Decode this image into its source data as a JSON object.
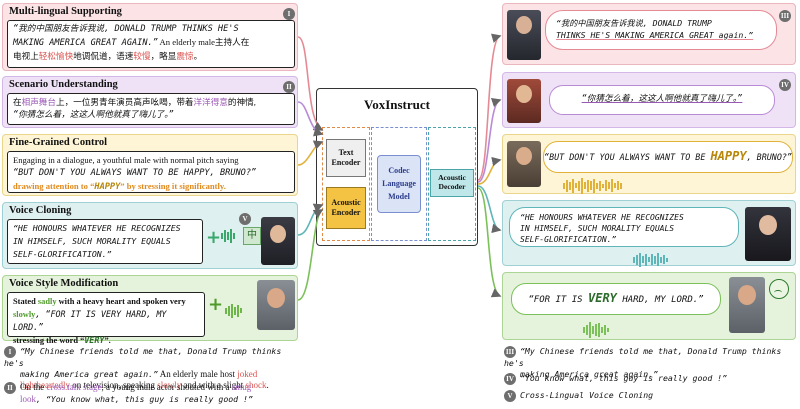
{
  "panels": {
    "multilingual": {
      "title": "Multi-lingual Supporting",
      "roman": "I",
      "line1_quote": "“我的中国朋友告诉我说, DONALD TRUMP THINKS HE'S",
      "line2_quote": "MAKING AMERICA GREAT AGAIN.”",
      "line2_rest": " An elderly male主持人在",
      "line3_a": "电视上",
      "line3_b": "轻松愉快",
      "line3_c": "地调侃道，语速",
      "line3_d": "较慢",
      "line3_e": "，略显",
      "line3_f": "震惊",
      "line3_g": "。"
    },
    "scenario": {
      "title": "Scenario Understanding",
      "roman": "II",
      "line1_a": "在",
      "line1_b": "相声舞台",
      "line1_c": "上，一位男青年演员高声吆喝，带着",
      "line1_d": "洋洋得意",
      "line1_e": "的神情,",
      "line2": "“你猜怎么着，这这人啊他就真了嗨儿了。”"
    },
    "finegrained": {
      "title": "Fine-Grained Control",
      "line1": "Engaging in a dialogue, a youthful male with normal pitch saying",
      "line2": "“BUT DON'T YOU ALWAYS WANT TO BE HAPPY, BRUNO?”",
      "line3_a": "drawing attention to “",
      "line3_b": "HAPPY",
      "line3_c": "” by stressing it significantly."
    },
    "cloning": {
      "title": "Voice Cloning",
      "line1": "“HE HONOURS WHATEVER HE RECOGNIZES",
      "line2": "IN HIMSELF, SUCH MORALITY EQUALS",
      "line3": "SELF-GLORIFICATION.”",
      "badge": "V",
      "zh_glyph": "中"
    },
    "stylemod": {
      "title": "Voice Style Modification",
      "line1_a": "Stated ",
      "line1_b": "sadly",
      "line1_c": " with a heavy heart and spoken very",
      "line2_a": "slowly",
      "line2_b": ", “FOR IT IS VERY HARD, MY LORD.”",
      "line3_a": "stressing the word “",
      "line3_b": "VERY",
      "line3_c": "”."
    }
  },
  "model": {
    "title": "VoxInstruct",
    "text_encoder": "Text Encoder",
    "acoustic_encoder": "Acoustic Encoder",
    "codec_lm": "Codec Language Model",
    "acoustic_decoder": "Acoustic Decoder"
  },
  "outputs": {
    "o1": {
      "roman": "III",
      "text1": "“我的中国朋友告诉我说, DONALD TRUMP",
      "text2": "THINKS HE'S MAKING AMERICA GREAT again.”"
    },
    "o2": {
      "roman": "IV",
      "text": "“你猜怎么着，这这人啊他就真了嗨儿了。”"
    },
    "o3": {
      "text_a": "“BUT DON'T YOU ALWAYS WANT TO BE ",
      "text_b": "HAPPY",
      "text_c": ", BRUNO?”"
    },
    "o4": {
      "text1": "“HE HONOURS WHATEVER HE RECOGNIZES",
      "text2": "IN HIMSELF, SUCH MORALITY EQUALS",
      "text3": "SELF-GLORIFICATION.”"
    },
    "o5": {
      "text_a": "“FOR IT IS ",
      "text_b": "VERY",
      "text_c": " HARD, MY LORD.”"
    }
  },
  "legend": {
    "i_roman": "I",
    "i_text1": "“My Chinese friends told me that, Donald Trump thinks he's",
    "i_text2": "making America great again.”",
    "i_text3": " An elderly male host ",
    "i_joked": "joked",
    "i_text4": "lightheartedly",
    "i_text5": " on television, speaking ",
    "i_slowly": "slowly",
    "i_text6": " and with a slight ",
    "i_shock": "shock",
    "i_text7": ".",
    "ii_roman": "II",
    "ii_text1": "On the ",
    "ii_stage": "cross talk stage",
    "ii_text2": ", a young male actor shouted with a ",
    "ii_smug": "smug",
    "ii_look": "look",
    "ii_text3": ", “You know what, this guy is really good !”",
    "iii_roman": "III",
    "iii_text1": "“My Chinese friends told me that, Donald Trump thinks he's",
    "iii_text2": "making America great again.”",
    "iv_roman": "IV",
    "iv_text": "“You know what, this guy is really good !”",
    "v_roman": "V",
    "v_text": "Cross-Lingual Voice Cloning"
  },
  "colors": {
    "multilingual": "#fbe3e6",
    "scenario": "#efe2f7",
    "finegrained": "#fdf5d6",
    "cloning": "#dff0f1",
    "stylemod": "#e5f3dc",
    "red_accent": "#d9534f",
    "purple_accent": "#9b59b6",
    "orange_accent": "#e08a1e",
    "green_accent": "#4f9a2b"
  }
}
